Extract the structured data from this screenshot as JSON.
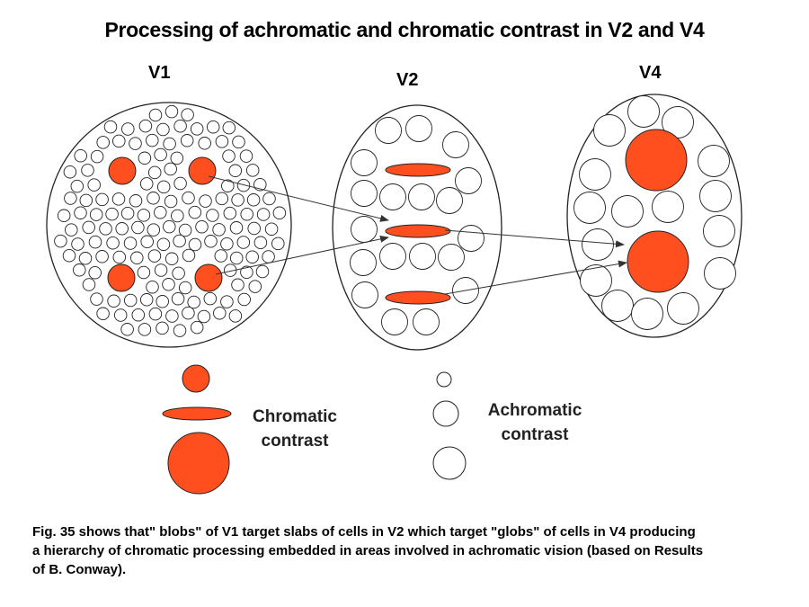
{
  "title": "Processing of achromatic and chromatic contrast in V2 and V4",
  "areas": {
    "v1": "V1",
    "v2": "V2",
    "v4": "V4"
  },
  "legend": {
    "chromatic_line1": "Chromatic",
    "chromatic_line2": "contrast",
    "achromatic_line1": "Achromatic",
    "achromatic_line2": "contrast"
  },
  "caption": {
    "line1": "Fig. 35 shows that\" blobs\" of V1 target slabs of cells in V2 which target \"globs\" of cells in V4 producing",
    "line2": "a hierarchy of chromatic processing embedded in areas involved in achromatic vision (based on Results",
    "line3": "of B. Conway)."
  },
  "colors": {
    "chromatic_fill": "#FF4F1F",
    "outline": "#222222",
    "background": "#FFFFFF"
  }
}
